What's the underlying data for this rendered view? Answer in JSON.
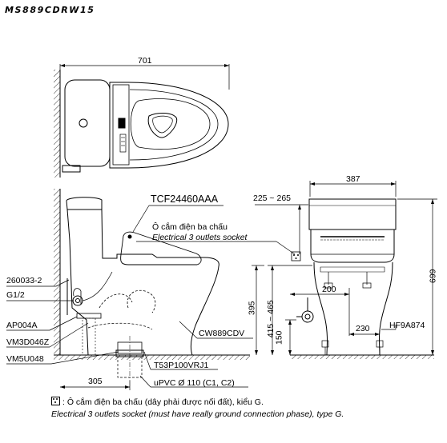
{
  "model": "MS889CDRW15",
  "dimensions": {
    "top_width": "701",
    "side_width": "387",
    "range_225_265": "225 ~ 265",
    "height_699": "699",
    "height_395": "395",
    "range_415_465": "415 ~ 465",
    "d200": "200",
    "d150": "150",
    "d230": "230",
    "d305": "305"
  },
  "labels": {
    "seat": "TCF24460AAA",
    "socket_vi": "Ô cắm điện ba chấu",
    "socket_en": "Electrical 3 outlets socket",
    "p260033": "260033-2",
    "g12": "G1/2",
    "ap004a": "AP004A",
    "vm3d": "VM3D046Z",
    "vm5u": "VM5U048",
    "cw889": "CW889CDV",
    "hf9a": "HF9A874",
    "t53p": "T53P100VRJ1",
    "upvc": "uPVC Ø 110 (C1, C2)"
  },
  "footnote": {
    "vi": ": Ô cắm điện ba chấu (dây phải được nối đất), kiểu G.",
    "en": "Electrical 3 outlets socket (must have really ground connection phase), type G."
  }
}
